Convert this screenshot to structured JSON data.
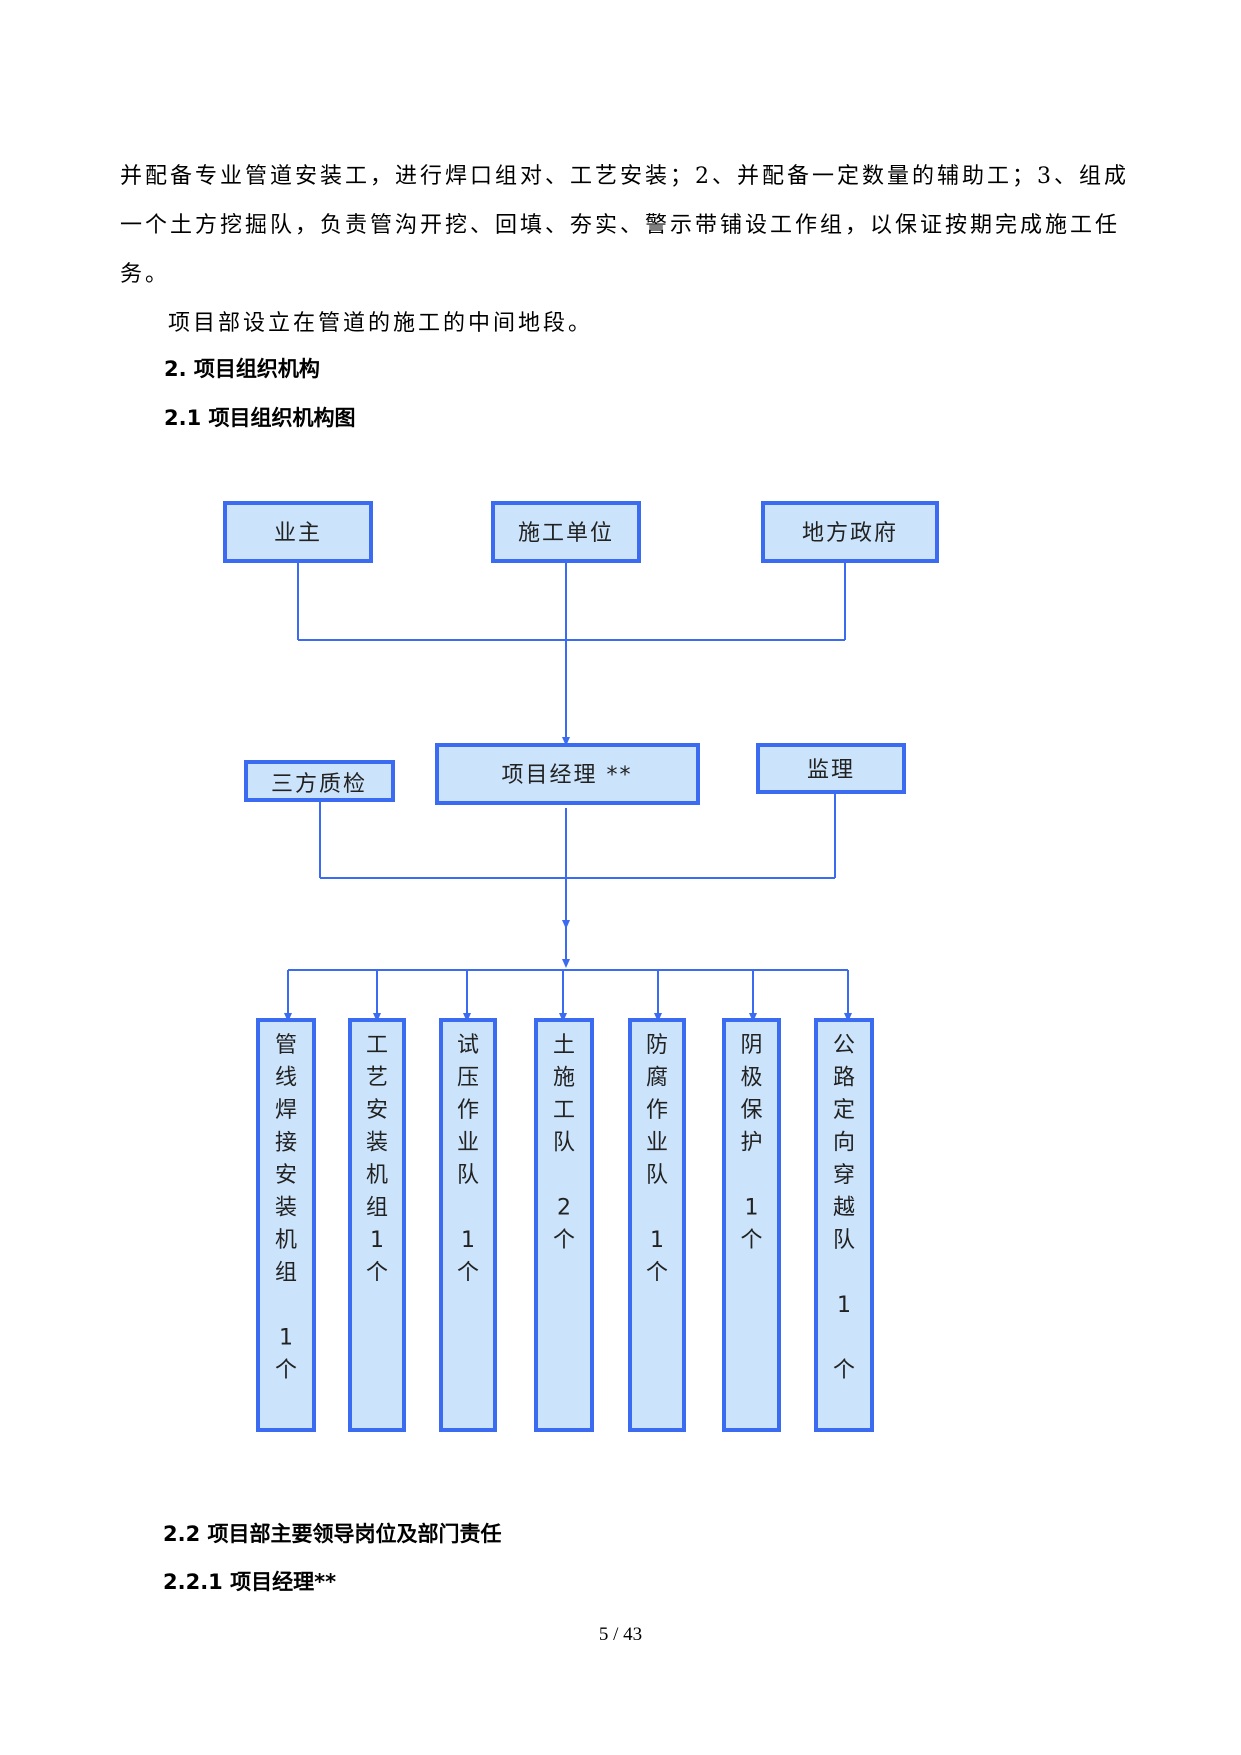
{
  "intro": {
    "line1": "并配备专业管道安装工，进行焊口组对、工艺安装；2、并配备一定数量的辅助工；3、组成",
    "line2": "一个土方挖掘队，负责管沟开挖、回填、夯实、警示带铺设工作组，以保证按期完成施工任",
    "line3": "务。",
    "line4": "项目部设立在管道的施工的中间地段。"
  },
  "section2": {
    "heading": "2.  项目组织机构"
  },
  "section21": {
    "heading": "2.1  项目组织机构图"
  },
  "chart": {
    "top_boxes": [
      "业主",
      "施工单位",
      "地方政府"
    ],
    "manager": "项目经理 **",
    "left_side": "三方质检",
    "right_side": "监理",
    "teams": [
      {
        "chars": [
          "管",
          "线",
          "焊",
          "接",
          "安",
          "装",
          "机",
          "组",
          "",
          "1",
          "个"
        ]
      },
      {
        "chars": [
          "工",
          "艺",
          "安",
          "装",
          "机",
          "组",
          "1",
          "个"
        ]
      },
      {
        "chars": [
          "试",
          "压",
          "作",
          "业",
          "队",
          "",
          "1",
          "个"
        ]
      },
      {
        "chars": [
          "土",
          "施",
          "工",
          "队",
          "",
          "2",
          "个"
        ]
      },
      {
        "chars": [
          "防",
          "腐",
          "作",
          "业",
          "队",
          "",
          "1",
          "个"
        ]
      },
      {
        "chars": [
          "阴",
          "极",
          "保",
          "护",
          "",
          "1",
          "个"
        ]
      },
      {
        "chars": [
          "公",
          "路",
          "定",
          "向",
          "穿",
          "越",
          "队",
          "",
          "1",
          "",
          "个"
        ]
      }
    ]
  },
  "section22": {
    "heading": "2.2 项目部主要领导岗位及部门责任"
  },
  "section221": {
    "heading": "2.2.1 项目经理**"
  },
  "footer": {
    "page": "5 / 43"
  }
}
